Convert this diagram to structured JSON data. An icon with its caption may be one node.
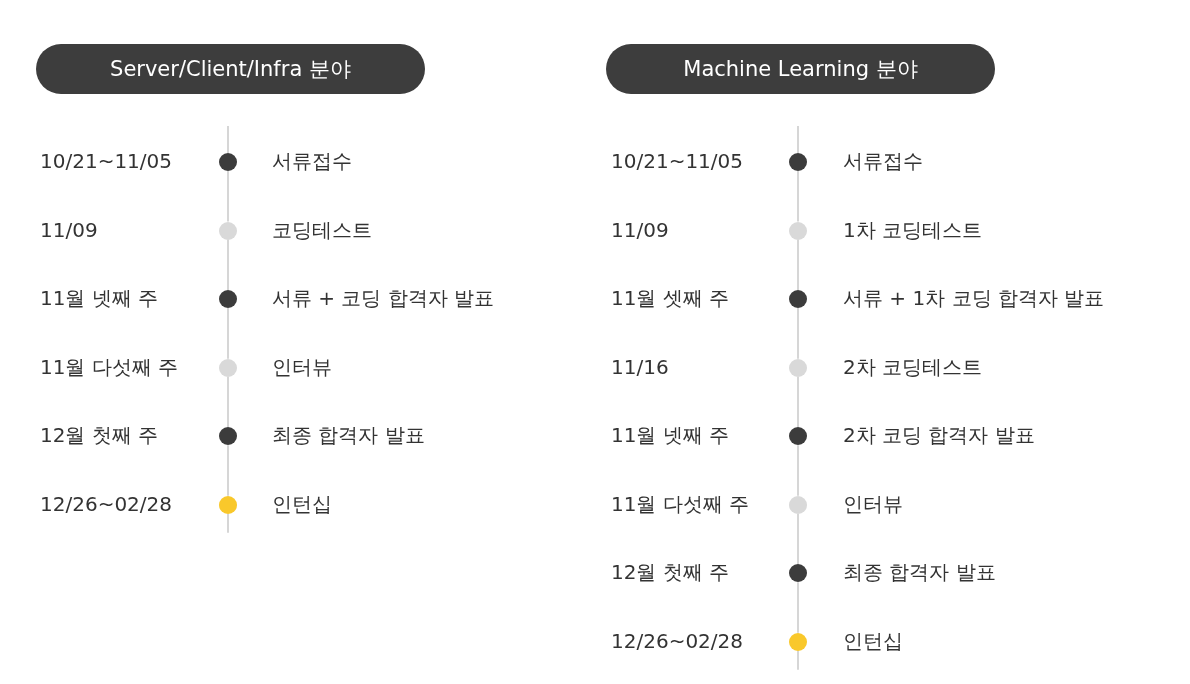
{
  "diagram": {
    "nodes": [
      {
        "text": [
          "Server/Client/Infra 분야"
        ]
      },
      {
        "text": [],
        "shape": "circle",
        "beside": [
          "서류접수"
        ]
      },
      {
        "text": [],
        "shape": "circle",
        "beside": [
          "코딩테스트"
        ]
      },
      {
        "text": [],
        "shape": "circle",
        "beside": [
          "서류 + 코딩 합격자 발표"
        ]
      },
      {
        "text": [],
        "shape": "circle",
        "beside": [
          "인터뷰"
        ]
      },
      {
        "text": [],
        "shape": "circle",
        "beside": [
          "최종 합격자 발표"
        ]
      },
      {
        "text": [],
        "shape": "circle",
        "beside": [
          "인턴십"
        ]
      },
      {
        "text": [
          "Machine Learning 분야"
        ]
      },
      {
        "text": [],
        "shape": "circle",
        "beside": [
          "서류접수"
        ]
      },
      {
        "text": [],
        "shape": "circle",
        "beside": [
          "1차 코딩테스트"
        ]
      },
      {
        "text": [],
        "shape": "circle",
        "beside": [
          "서류 + 1차 코딩 합격자 발표"
        ]
      },
      {
        "text": [],
        "shape": "circle",
        "beside": [
          "2차 코딩테스트"
        ]
      },
      {
        "text": [],
        "shape": "circle",
        "beside": [
          "2차 코딩 합격자 발표"
        ]
      },
      {
        "text": [],
        "shape": "circle",
        "beside": [
          "인터뷰"
        ]
      },
      {
        "text": [],
        "shape": "circle",
        "beside": [
          "최종 합격자 발표"
        ]
      },
      {
        "text": [],
        "shape": "circle",
        "beside": [
          "인턴십"
        ]
      }
    ],
    "edges": [
      {
        "from": 1,
        "to": 2,
        "arrow": "none"
      },
      {
        "from": 2,
        "to": 3,
        "arrow": "none"
      },
      {
        "from": 3,
        "to": 4,
        "arrow": "none"
      },
      {
        "from": 4,
        "to": 5,
        "arrow": "none"
      },
      {
        "from": 5,
        "to": 6,
        "arrow": "none"
      },
      {
        "from": 8,
        "to": 9,
        "arrow": "none"
      },
      {
        "from": 9,
        "to": 10,
        "arrow": "none"
      },
      {
        "from": 10,
        "to": 11,
        "arrow": "none"
      },
      {
        "from": 11,
        "to": 12,
        "arrow": "none"
      },
      {
        "from": 12,
        "to": 13,
        "arrow": "none"
      },
      {
        "from": 13,
        "to": 14,
        "arrow": "none"
      },
      {
        "from": 14,
        "to": 15,
        "arrow": "none"
      }
    ],
    "labels": [
      "10/21~11/05",
      "11/09",
      "11월 넷째 주",
      "11월 다섯째 주",
      "12월 첫째 주",
      "12/26~02/28",
      "10/21~11/05",
      "11/09",
      "11월 셋째 주",
      "11/16",
      "11월 넷째 주",
      "11월 다섯째 주",
      "12월 첫째 주",
      "12/26~02/28"
    ]
  }
}
